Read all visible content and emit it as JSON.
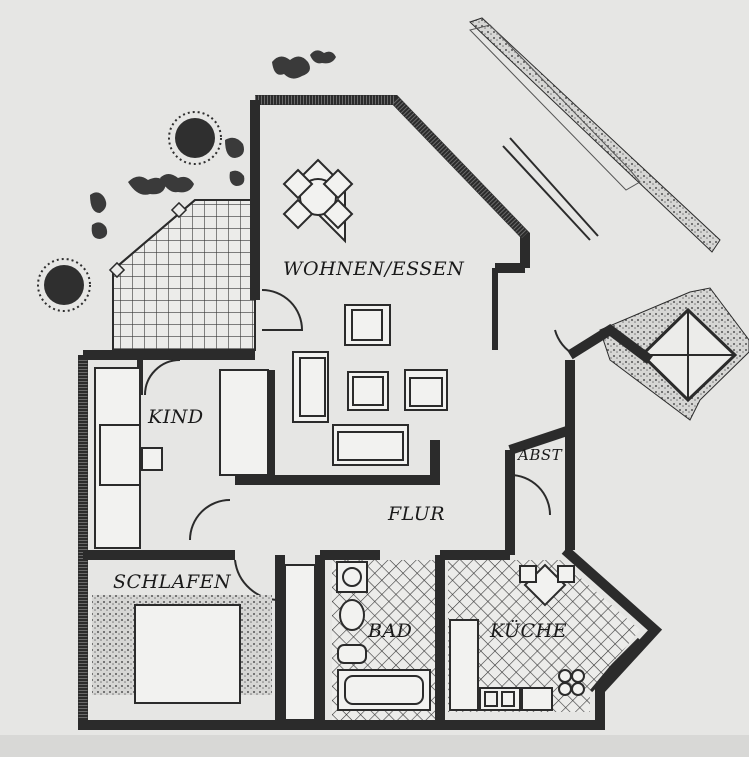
{
  "rooms": {
    "wohnen": "WOHNEN/ESSEN",
    "kind": "KIND",
    "flur": "FLUR",
    "abst": "ABST",
    "schlafen": "SCHLAFEN",
    "bad": "BAD",
    "kueche": "KÜCHE"
  },
  "colors": {
    "paper": "#e6e6e4",
    "ink": "#2b2b2b",
    "terrace_grid": "#3a3a3a"
  }
}
